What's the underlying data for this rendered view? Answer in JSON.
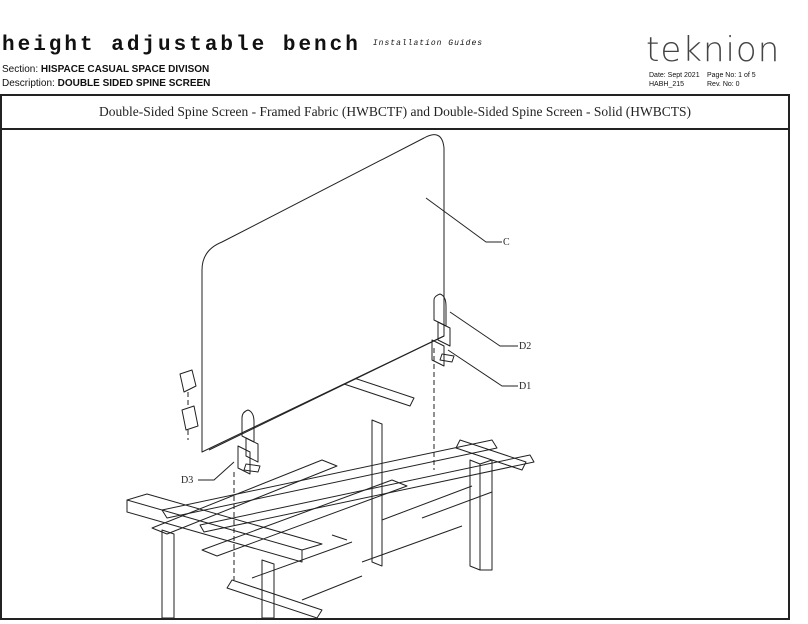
{
  "header": {
    "title": "height adjustable bench",
    "subtitle": "Installation Guides",
    "section_label": "Section:",
    "section_value": "HISPACE CASUAL SPACE DIVISON",
    "description_label": "Description:",
    "description_value": "DOUBLE SIDED SPINE SCREEN"
  },
  "brand": {
    "logo_text": "teknion"
  },
  "doc_info": {
    "date": "Date: Sept 2021",
    "page": "Page No: 1 of 5",
    "code": "HABH_215",
    "rev": "Rev. No: 0"
  },
  "caption": "Double-Sided Spine Screen - Framed Fabric (HWBCTF) and Double-Sided Spine Screen - Solid (HWBCTS)",
  "callouts": {
    "c": "C",
    "d2": "D2",
    "d1": "D1",
    "d3": "D3"
  },
  "colors": {
    "line": "#222222",
    "panel_fill": "#ffffff"
  }
}
